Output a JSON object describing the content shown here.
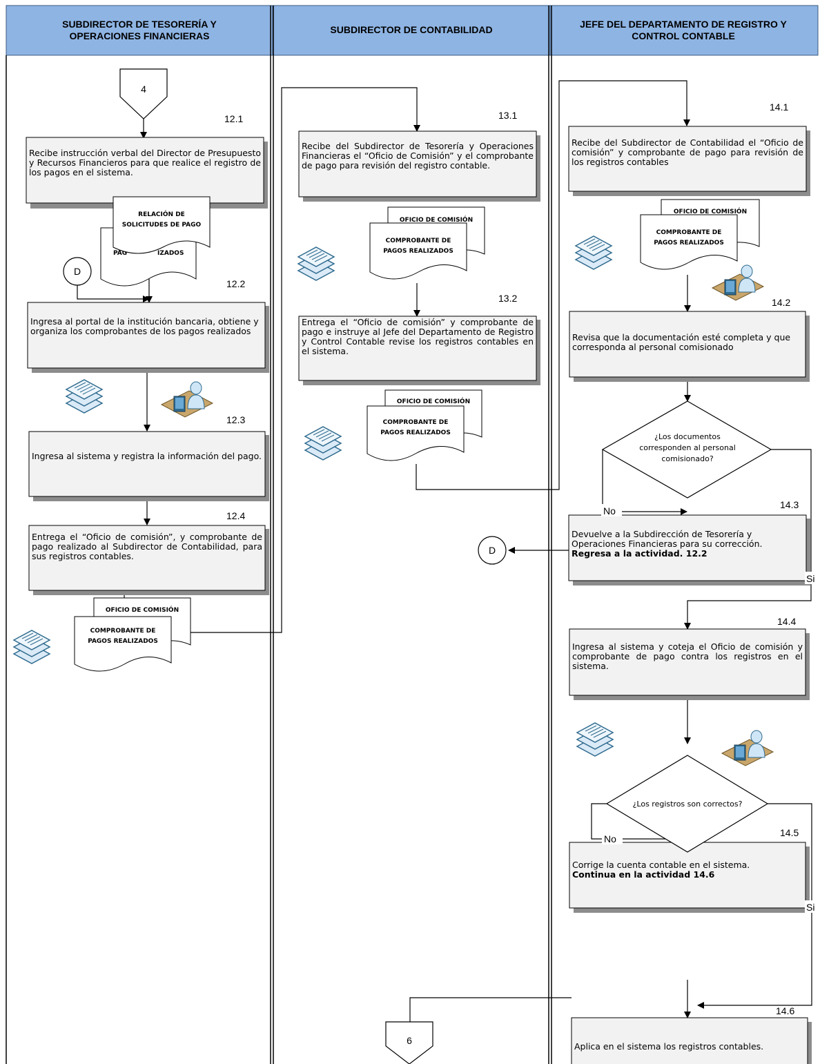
{
  "lanes": [
    {
      "title_lines": [
        "SUBDIRECTOR DE TESORERÍA Y",
        "OPERACIONES FINANCIERAS"
      ]
    },
    {
      "title_lines": [
        "SUBDIRECTOR DE CONTABILIDAD"
      ]
    },
    {
      "title_lines": [
        "JEFE DEL DEPARTAMENTO DE REGISTRO Y",
        "CONTROL CONTABLE"
      ]
    }
  ],
  "connectors": {
    "start": "4",
    "end": "6",
    "loop": "D"
  },
  "steps": {
    "s12_1": {
      "num": "12.1",
      "text": "Recibe instrucción verbal del Director de Presupuesto y Recursos Financieros para que realice el registro de los pagos en el sistema."
    },
    "s12_2": {
      "num": "12.2",
      "text": "Ingresa al portal de la institución bancaria, obtiene y organiza los comprobantes de los pagos realizados"
    },
    "s12_3": {
      "num": "12.3",
      "text": "Ingresa al sistema y  registra la información del pago."
    },
    "s12_4": {
      "num": "12.4",
      "text": "Entrega el “Oficio de comisión”, y comprobante de pago realizado al Subdirector de Contabilidad, para sus registros contables."
    },
    "s13_1": {
      "num": "13.1",
      "text": "Recibe del Subdirector de Tesorería y Operaciones Financieras el “Oficio de Comisión” y el comprobante de pago para revisión del registro contable."
    },
    "s13_2": {
      "num": "13.2",
      "text": "Entrega el “Oficio de comisión” y comprobante de pago e instruye al Jefe del Departamento de Registro y Control Contable revise los registros contables en el sistema."
    },
    "s14_1": {
      "num": "14.1",
      "text": "Recibe del Subdirector de Contabilidad el “Oficio de comisión” y comprobante de pago para revisión de los registros contables"
    },
    "s14_2": {
      "num": "14.2",
      "text": "Revisa que la documentación esté completa y que corresponda al personal comisionado"
    },
    "s14_3": {
      "num": "14.3",
      "text": "Devuelve a la Subdirección de Tesorería y Operaciones Financieras para su corrección.",
      "bold": "Regresa a la actividad. 12.2"
    },
    "s14_4": {
      "num": "14.4",
      "text": "Ingresa al sistema y coteja el Oficio de comisión y comprobante de pago contra los registros en el sistema."
    },
    "s14_5": {
      "num": "14.5",
      "text": "Corrige la cuenta contable en el sistema.",
      "bold": "Continua en la actividad 14.6"
    },
    "s14_6": {
      "num": "14.6",
      "text": "Aplica en el sistema los registros contables."
    }
  },
  "documents": {
    "relacion_lines": [
      "RELACIÓN DE",
      "SOLICITUDES DE PAGO"
    ],
    "pagos_partial": "PAG",
    "pagos_partial_tail": "IZADOS",
    "oficio": "OFICIO DE COMISIÓN",
    "comprobante_lines": [
      "COMPROBANTE DE",
      "PAGOS REALIZADOS"
    ]
  },
  "decisions": {
    "d1_lines": [
      "¿Los documentos",
      "corresponden al personal",
      "comisionado?"
    ],
    "d2": "¿Los registros son correctos?",
    "no": "No",
    "yes": "Si"
  },
  "colors": {
    "header": "#8eb4e3",
    "box_fill": "#f2f2f2",
    "shadow": "#8c8c8c",
    "line": "#000000",
    "stack_fill": "#dbeaf7",
    "stack_line": "#2f6b8f"
  }
}
